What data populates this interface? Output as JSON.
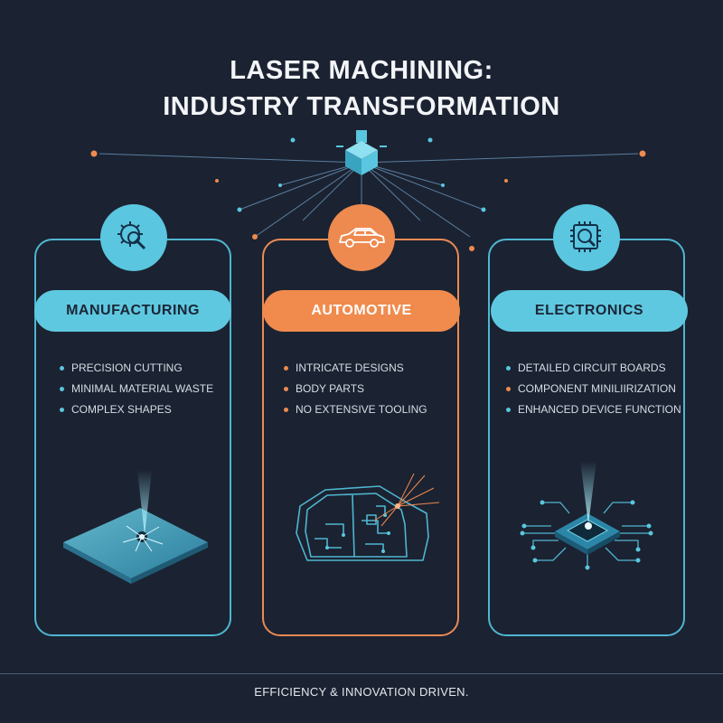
{
  "title": {
    "line1": "LASER MACHINING:",
    "line2": "INDUSTRY TRANSFORMATION"
  },
  "colors": {
    "background": "#1b2231",
    "accent_blue": "#5ac6df",
    "accent_orange": "#ee8a4f"
  },
  "cards": [
    {
      "label": "MANUFACTURING",
      "icon": "gear-search-icon",
      "accent": "blue",
      "bullets": [
        "PRECISION CUTTING",
        "MINIMAL MATERIAL WASTE",
        "COMPLEX SHAPES"
      ]
    },
    {
      "label": "AUTOMOTIVE",
      "icon": "car-icon",
      "accent": "orange",
      "bullets": [
        "INTRICATE DESIGNS",
        "BODY PARTS",
        "NO EXTENSIVE TOOLING"
      ]
    },
    {
      "label": "ELECTRONICS",
      "icon": "chip-search-icon",
      "accent": "blue",
      "bullets": [
        "DETAILED CIRCUIT BOARDS",
        "COMPONENT MINILIIRIZATION",
        "ENHANCED DEVICE FUNCTION"
      ]
    }
  ],
  "footer": "EFFICIENCY & INNOVATION DRIVEN."
}
